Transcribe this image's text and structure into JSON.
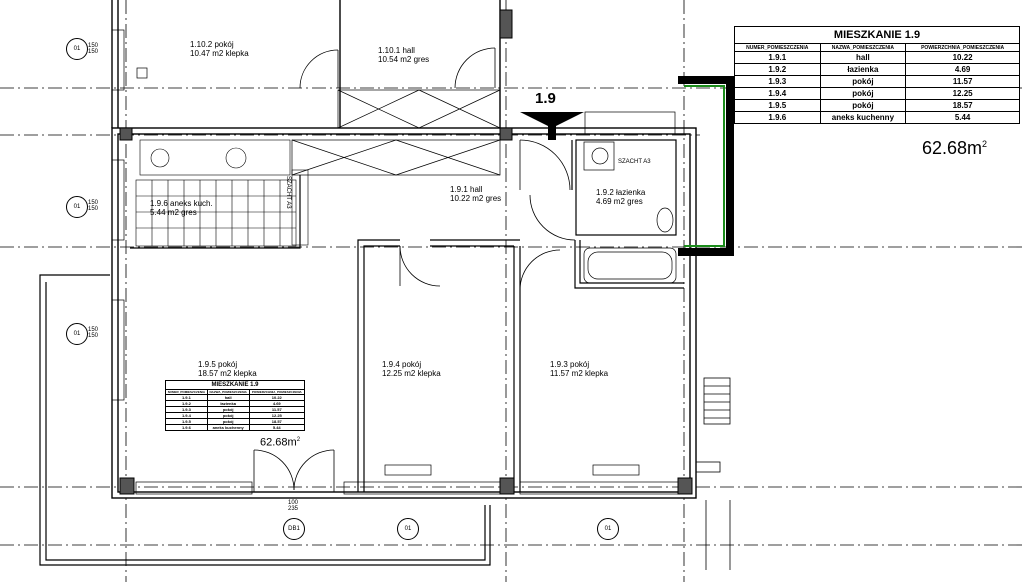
{
  "schedule": {
    "title": "MIESZKANIE 1.9",
    "headers": [
      "NUMER_POMIESZCZENIA",
      "NAZWA_POMIESZCZENIA",
      "POWIERZCHNIA_POMIESZCZENIA"
    ],
    "rows": [
      {
        "num": "1.9.1",
        "name": "hall",
        "area": "10.22"
      },
      {
        "num": "1.9.2",
        "name": "łazienka",
        "area": "4.69"
      },
      {
        "num": "1.9.3",
        "name": "pokój",
        "area": "11.57"
      },
      {
        "num": "1.9.4",
        "name": "pokój",
        "area": "12.25"
      },
      {
        "num": "1.9.5",
        "name": "pokój",
        "area": "18.57"
      },
      {
        "num": "1.9.6",
        "name": "aneks kuchenny",
        "area": "5.44"
      }
    ],
    "total": "62.68m",
    "total_exp": "2"
  },
  "unit_number": "1.9",
  "rooms": [
    {
      "id": "r1101a",
      "name": "1.10.2 pokój",
      "area": "10.47 m2 klepka"
    },
    {
      "id": "r1101b",
      "name": "1.10.1 hall",
      "area": "10.54 m2 gres"
    },
    {
      "id": "r196",
      "name": "1.9.6 aneks kuch.",
      "area": "5.44 m2 gres"
    },
    {
      "id": "r191",
      "name": "1.9.1 hall",
      "area": "10.22 m2 gres"
    },
    {
      "id": "r192",
      "name": "1.9.2 łazienka",
      "area": "4.69 m2 gres"
    },
    {
      "id": "r195",
      "name": "1.9.5 pokój",
      "area": "18.57 m2 klepka"
    },
    {
      "id": "r194",
      "name": "1.9.4 pokój",
      "area": "12.25 m2 klepka"
    },
    {
      "id": "r193",
      "name": "1.9.3 pokój",
      "area": "11.57 m2 klepka"
    }
  ],
  "labels": {
    "szachtA": "SZACHT A3",
    "szachtB": "SZACHT A3",
    "mini_total": "62.68m",
    "mini_total_exp": "2"
  },
  "window_tag": "01",
  "window_tag_dims": "150 150",
  "door_tag_bottom": "DB1",
  "door_tag_bottom_dims": "100 235"
}
